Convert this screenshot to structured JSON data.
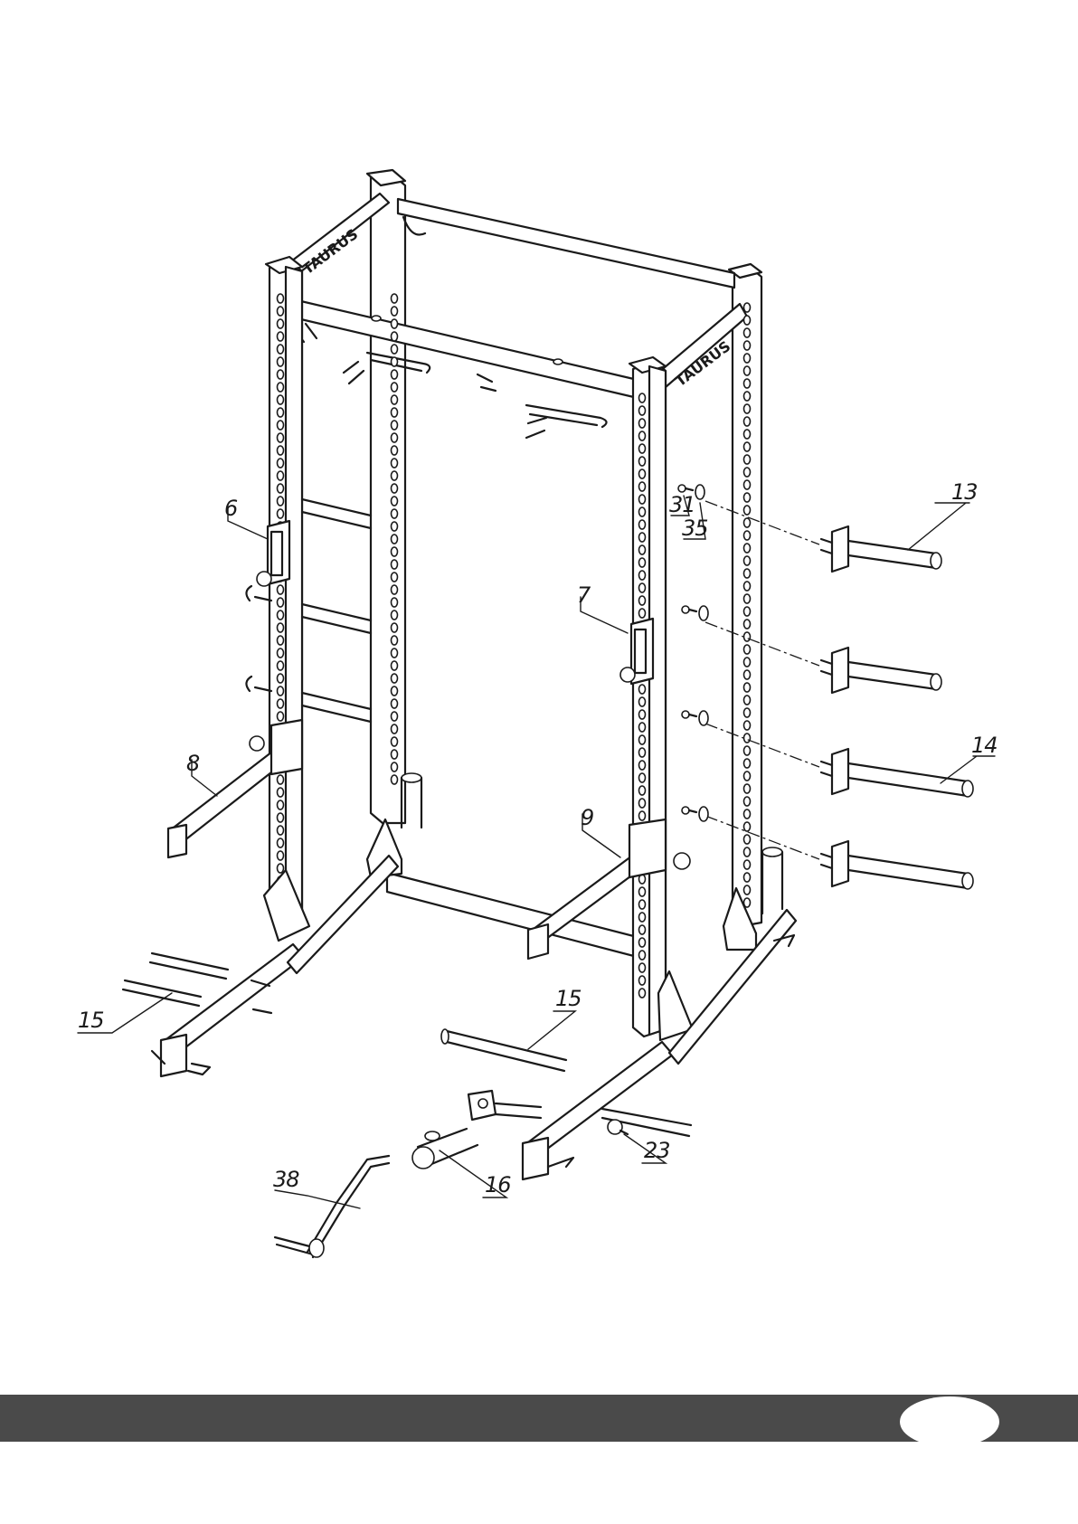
{
  "diagram": {
    "brand_text": "TAURUS",
    "callouts": [
      "6",
      "7",
      "8",
      "9",
      "13",
      "14",
      "15",
      "15",
      "16",
      "23",
      "31",
      "35",
      "38"
    ]
  },
  "footer": {
    "bar_color": "#4a4a4a",
    "page_number": ""
  }
}
